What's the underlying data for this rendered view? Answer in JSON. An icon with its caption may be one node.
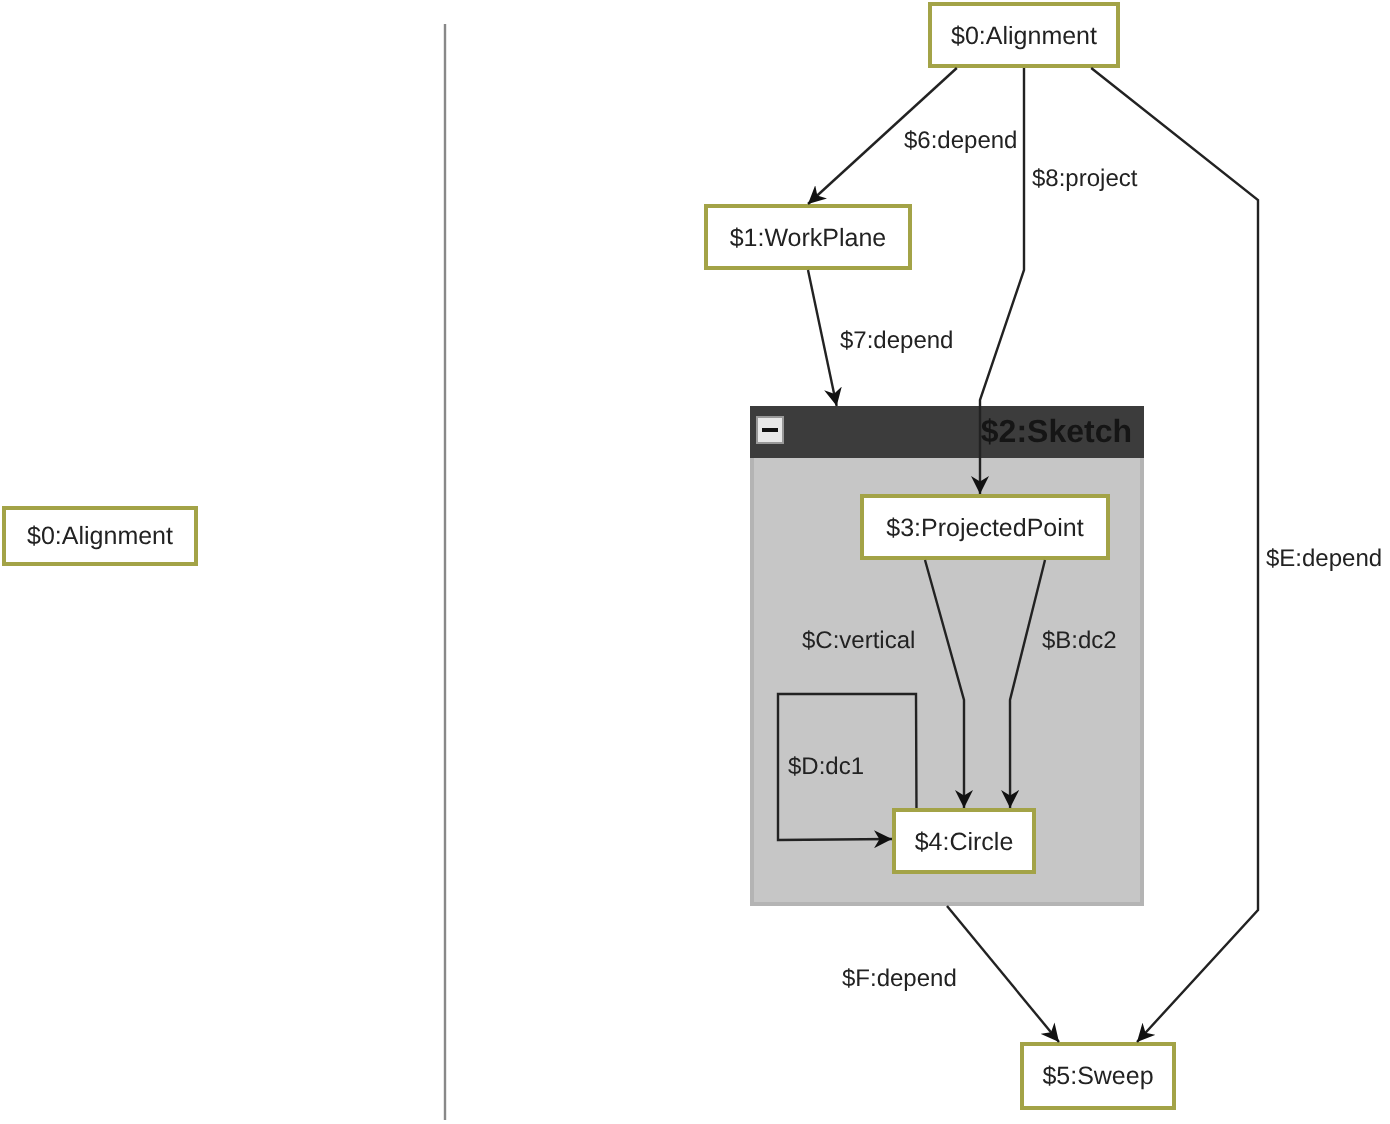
{
  "diagram": {
    "nodes": [
      {
        "text": [
          "$0:Alignment"
        ]
      },
      {
        "text": [
          "$0:Alignment"
        ]
      },
      {
        "text": [
          "$1:WorkPlane"
        ]
      },
      {
        "text": [
          "$2:Sketch"
        ]
      },
      {
        "text": [
          "$3:ProjectedPoint"
        ],
        "in": 3
      },
      {
        "text": [
          "$4:Circle"
        ],
        "in": 3
      },
      {
        "text": [
          "$5:Sweep"
        ]
      }
    ],
    "edges": [
      {
        "from": 1,
        "to": 2,
        "arrow": "to",
        "label": "$6:depend"
      },
      {
        "from": 1,
        "to": 4,
        "arrow": "to",
        "label": "$8:project"
      },
      {
        "from": 1,
        "to": 6,
        "arrow": "to",
        "label": "$E:depend"
      },
      {
        "from": 2,
        "to": 3,
        "arrow": "to",
        "label": "$7:depend"
      },
      {
        "from": 4,
        "to": 5,
        "arrow": "to",
        "label": "$C:vertical"
      },
      {
        "from": 4,
        "to": 5,
        "arrow": "to",
        "label": "$B:dc2"
      },
      {
        "from": 5,
        "to": 5,
        "arrow": "to",
        "label": "$D:dc1"
      },
      {
        "from": 3,
        "to": 6,
        "arrow": "to",
        "label": "$F:depend"
      }
    ]
  }
}
